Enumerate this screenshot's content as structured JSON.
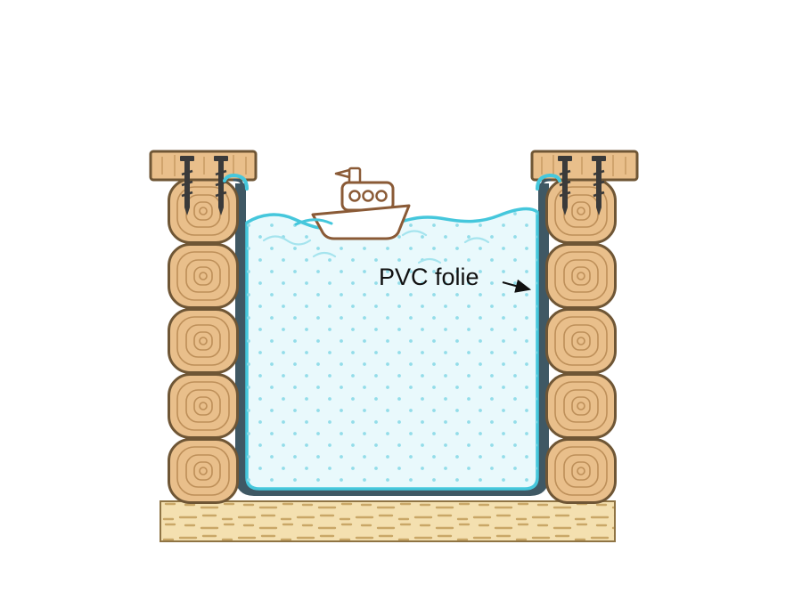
{
  "labels": {
    "pvc_folie": "PVC folie"
  },
  "scene": {
    "logs_per_column": 5,
    "screws_per_plank": 2,
    "description_elements": [
      "log-crib-walls",
      "top-planks-with-screws",
      "pvc-liner",
      "water-with-dots",
      "toy-boat",
      "sand-ground"
    ]
  },
  "colors": {
    "background": "#ffffff",
    "log_fill": "#e9bf8b",
    "log_outline": "#6f5635",
    "log_ring": "#bd8f59",
    "screw": "#3a3a3a",
    "liner_dark": "#3f5864",
    "water_fill": "#e9f9fc",
    "water_outline": "#45c7dc",
    "water_dot": "#93dde9",
    "wave_line": "#a5e4ee",
    "ground_fill": "#f4e0b0",
    "ground_outline": "#8f7444",
    "ground_dash": "#c9a767",
    "boat_outline": "#8a5a36",
    "boat_fill": "#ffffff",
    "label_text": "#111111"
  }
}
